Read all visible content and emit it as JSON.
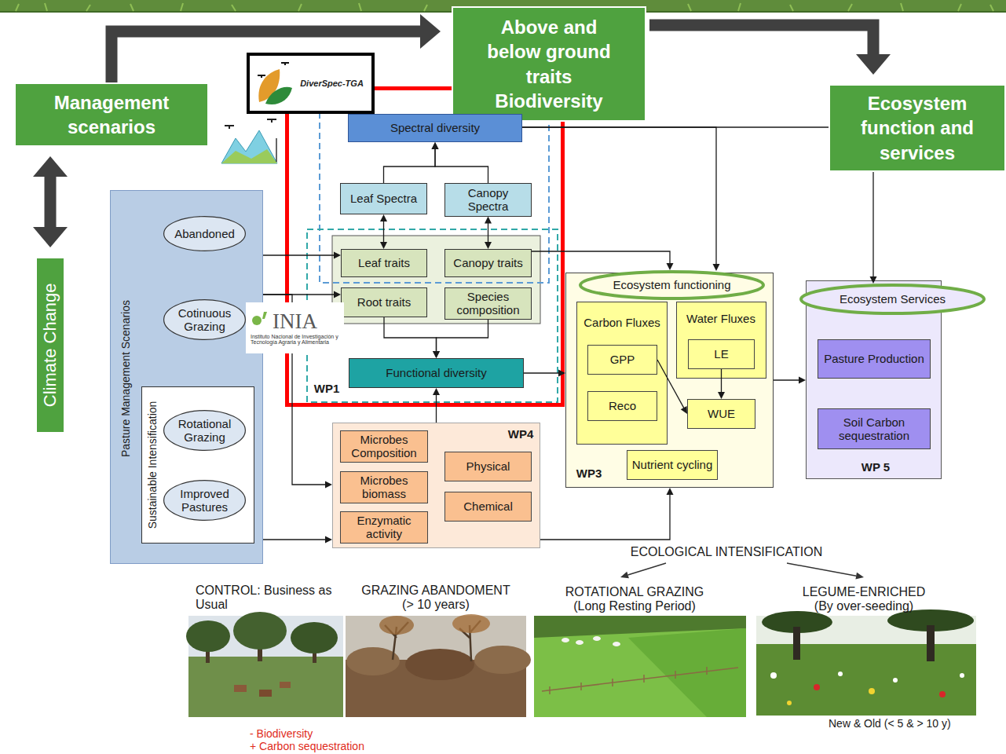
{
  "diagram": {
    "nodes": [
      {
        "text": [
          "Management scenarios"
        ]
      },
      {
        "text": [
          "Above and below ground traits Biodiversity"
        ]
      },
      {
        "text": [
          "Ecosystem function and services"
        ]
      },
      {
        "text": [
          "Climate Change"
        ]
      },
      {
        "text": [
          "Pasture Management Scenarios"
        ]
      },
      {
        "text": [
          "Abandoned"
        ],
        "in": 4
      },
      {
        "text": [
          "Cotinuous Grazing"
        ],
        "in": 4
      },
      {
        "text": [
          "Sustainable Intensification"
        ],
        "in": 4
      },
      {
        "text": [
          "Rotational Grazing"
        ],
        "in": 7
      },
      {
        "text": [
          "Improved Pastures"
        ],
        "in": 7
      },
      {
        "text": [
          "WP1"
        ]
      },
      {
        "text": [
          "Spectral diversity"
        ],
        "in": 10
      },
      {
        "text": [
          "Leaf Spectra"
        ],
        "in": 10
      },
      {
        "text": [
          "Canopy Spectra"
        ],
        "in": 10
      },
      {
        "text": [
          "Leaf traits"
        ],
        "in": 10
      },
      {
        "text": [
          "Canopy traits"
        ],
        "in": 10
      },
      {
        "text": [
          "Root traits"
        ],
        "in": 10
      },
      {
        "text": [
          "Species composition"
        ],
        "in": 10
      },
      {
        "text": [
          "Functional diversity"
        ],
        "in": 10
      },
      {
        "text": [
          "WP4"
        ]
      },
      {
        "text": [
          "Microbes Composition"
        ],
        "in": 19
      },
      {
        "text": [
          "Microbes biomass"
        ],
        "in": 19
      },
      {
        "text": [
          "Enzymatic activity"
        ],
        "in": 19
      },
      {
        "text": [
          "Physical"
        ],
        "in": 19
      },
      {
        "text": [
          "Chemical"
        ],
        "in": 19
      },
      {
        "text": [
          "WP3"
        ]
      },
      {
        "text": [
          "Ecosystem functioning"
        ],
        "in": 25
      },
      {
        "text": [
          "Carbon Fluxes"
        ],
        "in": 25
      },
      {
        "text": [
          "GPP"
        ],
        "in": 27
      },
      {
        "text": [
          "Reco"
        ],
        "in": 27
      },
      {
        "text": [
          "Water Fluxes"
        ],
        "in": 25
      },
      {
        "text": [
          "LE"
        ],
        "in": 30
      },
      {
        "text": [
          "WUE"
        ],
        "in": 25
      },
      {
        "text": [
          "Nutrient cycling"
        ],
        "in": 25
      },
      {
        "text": [
          "WP 5"
        ]
      },
      {
        "text": [
          "Ecosystem Services"
        ],
        "in": 34
      },
      {
        "text": [
          "Pasture Production"
        ],
        "in": 34
      },
      {
        "text": [
          "Soil Carbon sequestration"
        ],
        "in": 34
      },
      {
        "text": [
          "DiverSpec-TGA"
        ]
      },
      {
        "text": [
          "INIA",
          "Instituto Nacional de Investigación y Tecnología Agraria y Alimentaria"
        ]
      }
    ],
    "edges": [
      {
        "from": 0,
        "to": 1,
        "arrow": "to"
      },
      {
        "from": 1,
        "to": 2,
        "arrow": "to"
      },
      {
        "from": 3,
        "to": 0,
        "arrow": "both"
      },
      {
        "from": 12,
        "to": 11,
        "arrow": "to"
      },
      {
        "from": 13,
        "to": 11,
        "arrow": "to"
      },
      {
        "from": 12,
        "to": 14,
        "arrow": "both"
      },
      {
        "from": 13,
        "to": 15,
        "arrow": "both"
      },
      {
        "from": 16,
        "to": 18,
        "arrow": "to"
      },
      {
        "from": 17,
        "to": 18,
        "arrow": "to"
      },
      {
        "from": 19,
        "to": 18,
        "arrow": "to"
      },
      {
        "from": 4,
        "to": 14,
        "arrow": "to"
      },
      {
        "from": 4,
        "to": 16,
        "arrow": "to"
      },
      {
        "from": 4,
        "to": 19,
        "arrow": "to"
      },
      {
        "from": 4,
        "to": 19,
        "arrow": "to"
      },
      {
        "from": 15,
        "to": 26,
        "arrow": "to"
      },
      {
        "from": 11,
        "to": 26,
        "arrow": "to"
      },
      {
        "from": 11,
        "to": 2,
        "arrow": "none"
      },
      {
        "from": 2,
        "to": 35,
        "arrow": "to"
      },
      {
        "from": 18,
        "to": 25,
        "arrow": "to"
      },
      {
        "from": 19,
        "to": 25,
        "arrow": "to"
      },
      {
        "from": 25,
        "to": 34,
        "arrow": "to"
      },
      {
        "from": 28,
        "to": 32,
        "arrow": "to"
      },
      {
        "from": 31,
        "to": 32,
        "arrow": "to"
      }
    ],
    "labels": [
      "ECOLOGICAL INTENSIFICATION",
      "CONTROL: Business as Usual",
      "GRAZING ABANDOMENT (> 10 years)",
      "ROTATIONAL GRAZING (Long Resting Period)",
      "LEGUME-ENRICHED (By over-seeding)",
      "New & Old (< 5 & > 10 y)",
      "- Biodiversity",
      "+ Carbon sequestration"
    ]
  }
}
